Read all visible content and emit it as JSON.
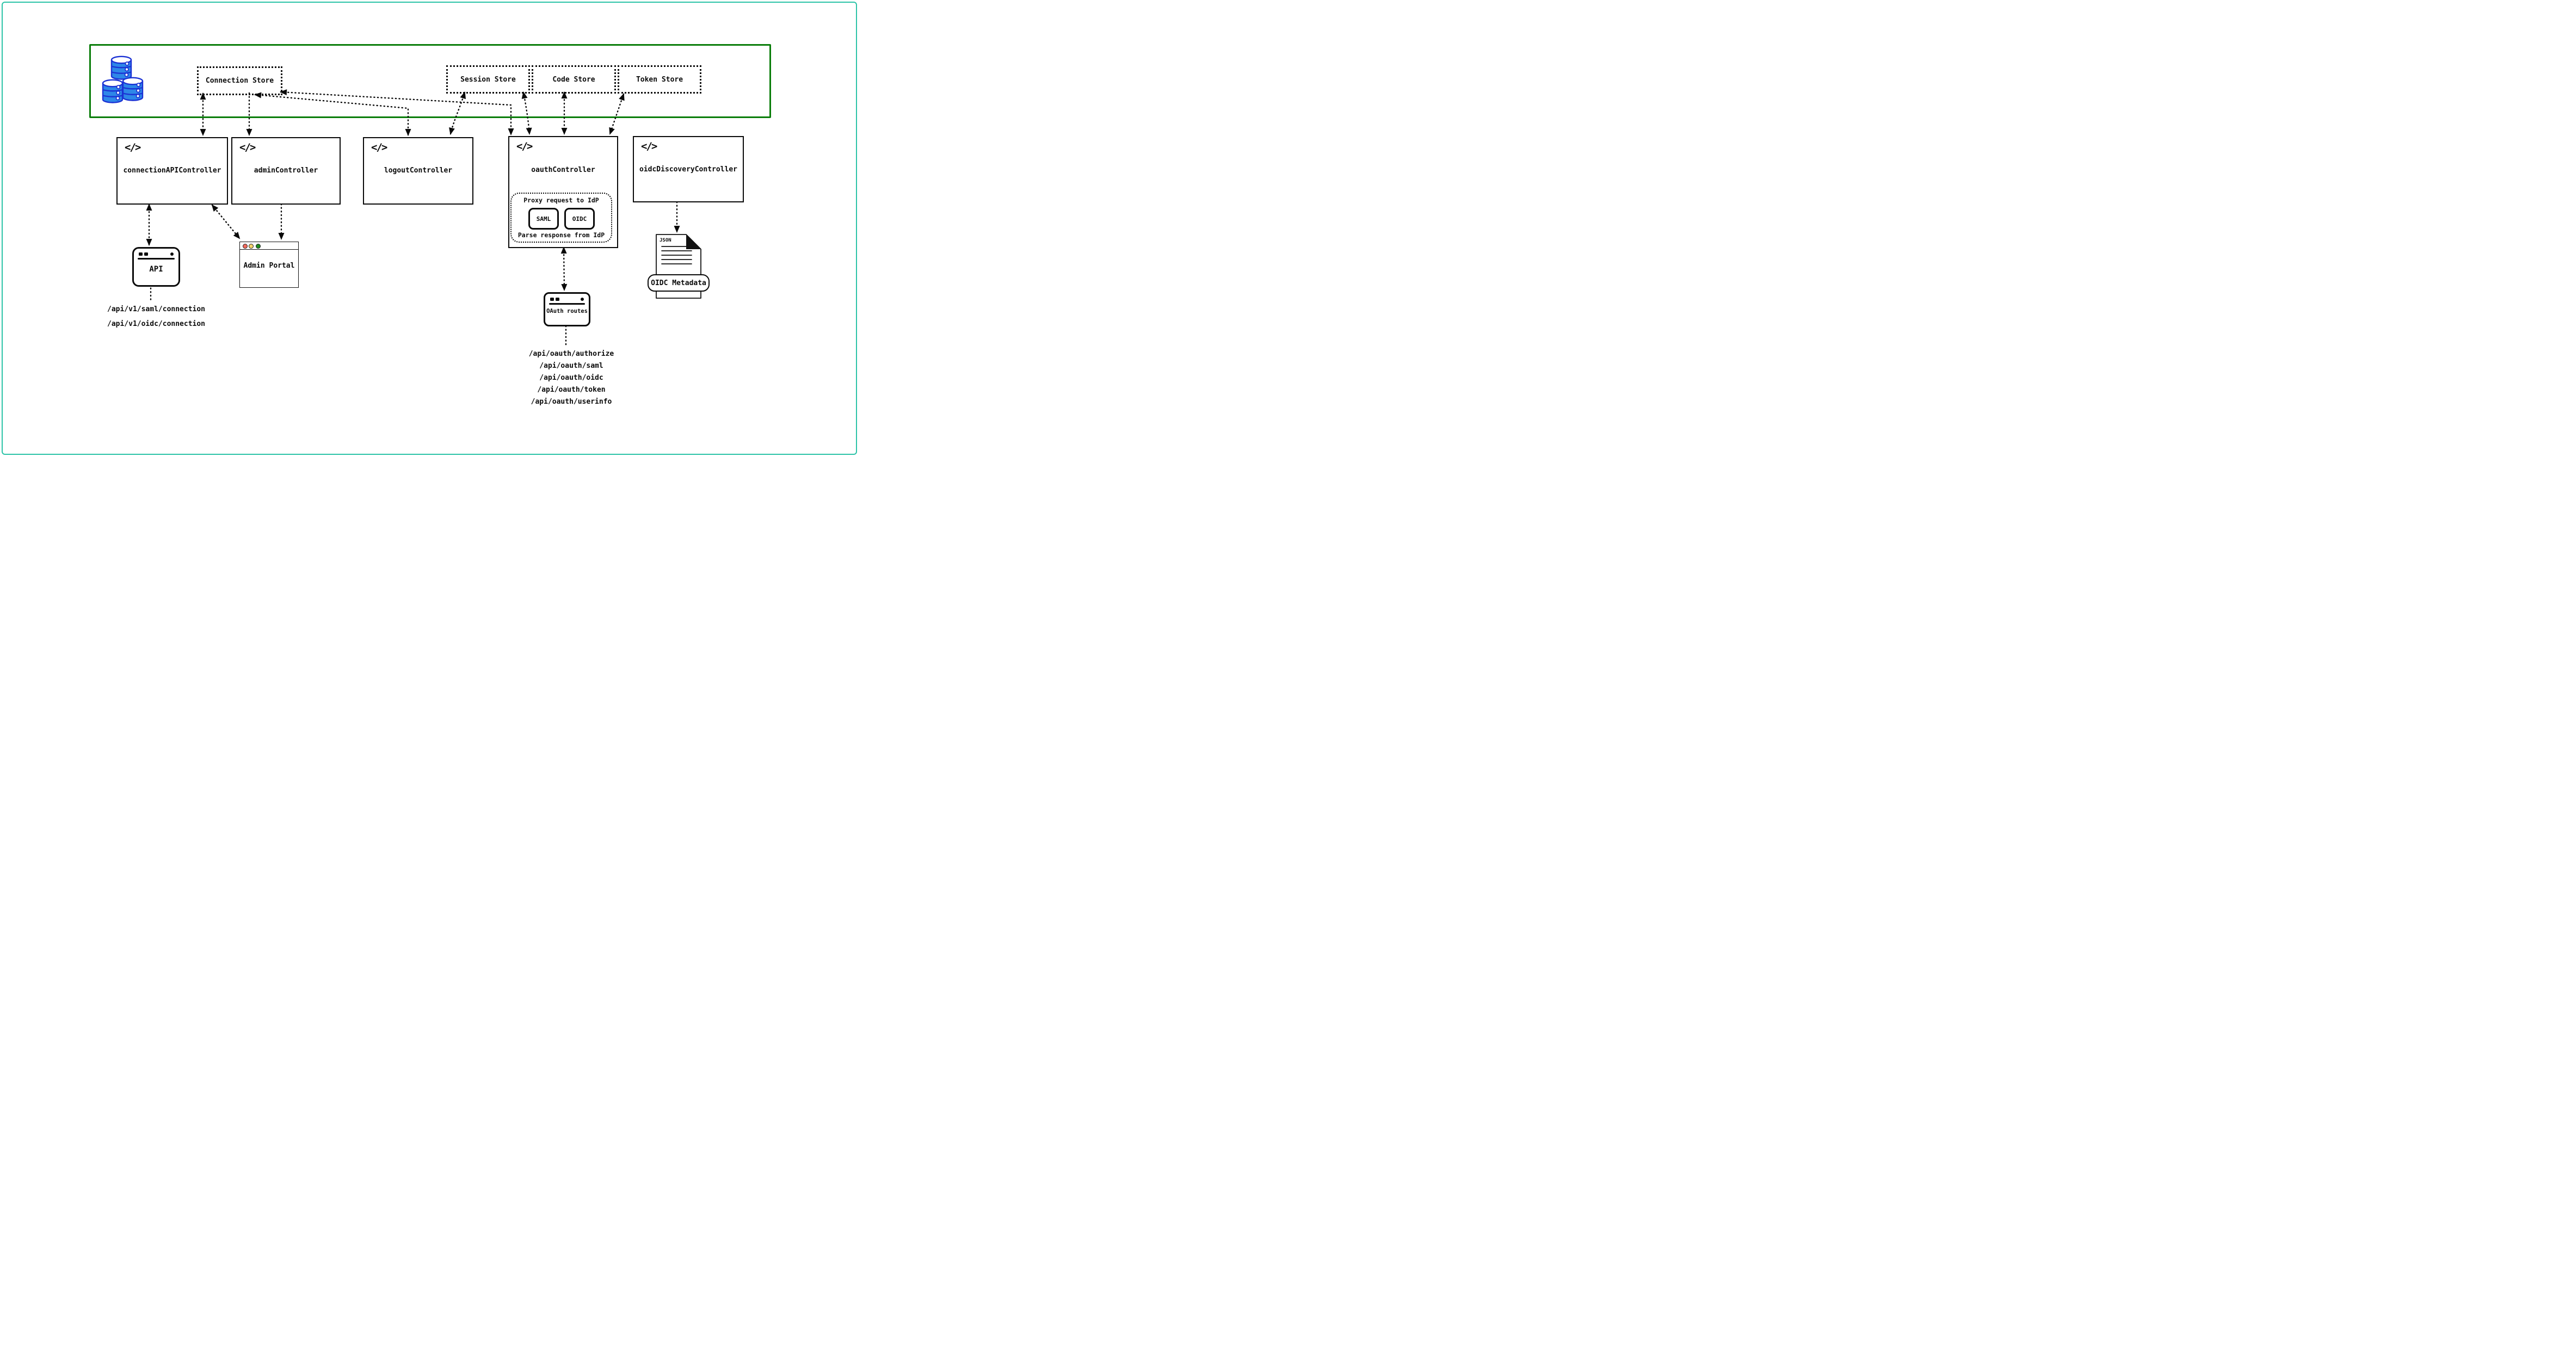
{
  "stores": {
    "connection": {
      "label": "Connection Store"
    },
    "session": {
      "label": "Session Store"
    },
    "code": {
      "label": "Code Store"
    },
    "token": {
      "label": "Token Store"
    }
  },
  "controllers": {
    "connection_api": {
      "label": "connectionAPIController"
    },
    "admin": {
      "label": "adminController"
    },
    "logout": {
      "label": "logoutController"
    },
    "oauth": {
      "label": "oauthController"
    },
    "oidc_discovery": {
      "label": "oidcDiscoveryController"
    }
  },
  "icons": {
    "code_glyph": "</>",
    "database": "three-blue-database-cylinders"
  },
  "oauth_idp_panel": {
    "title": "Proxy request to IdP",
    "footer": "Parse response from IdP",
    "protocols": [
      {
        "label": "SAML"
      },
      {
        "label": "OIDC"
      }
    ]
  },
  "api_client": {
    "label": "API",
    "routes": [
      {
        "path": "/api/v1/saml/connection"
      },
      {
        "path": "/api/v1/oidc/connection"
      }
    ]
  },
  "admin_portal": {
    "label": "Admin Portal"
  },
  "oauth_routes_client": {
    "label": "OAuth routes",
    "routes": [
      {
        "path": "/api/oauth/authorize"
      },
      {
        "path": "/api/oauth/saml"
      },
      {
        "path": "/api/oauth/oidc"
      },
      {
        "path": "/api/oauth/token"
      },
      {
        "path": "/api/oauth/userinfo"
      }
    ]
  },
  "oidc_metadata": {
    "file_type": "JSON",
    "label": "OIDC Metadata"
  },
  "colors": {
    "outer_frame": "#2cc3a7",
    "store_band_border": "#0a7d0a",
    "database_fill": "#2e87e8",
    "database_stroke": "#1b32d4",
    "traffic_red": "#f2695c",
    "traffic_yellow": "#f5d46b",
    "traffic_green": "#1f8c1f",
    "ink": "#0a0a0a"
  }
}
